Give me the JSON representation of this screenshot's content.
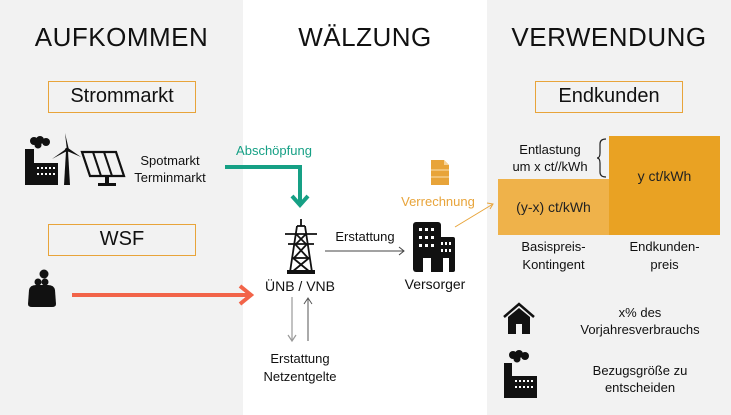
{
  "columns": {
    "left": {
      "heading": "AUFKOMMEN"
    },
    "middle": {
      "heading": "WÄLZUNG"
    },
    "right": {
      "heading": "VERWENDUNG"
    }
  },
  "sources": {
    "strommarkt": {
      "label": "Strommarkt",
      "markets": [
        "Spotmarkt",
        "Terminmarkt"
      ],
      "icons": [
        "factory-icon",
        "wind-turbine-icon",
        "solar-panel-icon"
      ]
    },
    "wsf": {
      "label": "WSF",
      "icon": "purse-icon"
    }
  },
  "flows": {
    "abschoepfung": {
      "label": "Abschöpfung",
      "color": "#16a085"
    },
    "wsf_arrow": {
      "color": "#f26449"
    },
    "erstattung": {
      "label": "Erstattung"
    },
    "verrechnung": {
      "label": "Verrechnung",
      "color": "#e8a43a"
    },
    "netzentgelte": {
      "lines": [
        "Erstattung",
        "Netzentgelte"
      ]
    }
  },
  "nodes": {
    "netzbetreiber": {
      "label": "ÜNB / VNB",
      "icon": "power-pylon-icon"
    },
    "versorger": {
      "label": "Versorger",
      "icon": "building-icon"
    },
    "document": {
      "icon": "document-icon"
    }
  },
  "endkunden": {
    "label": "Endkunden",
    "entlastung": [
      "Entlastung",
      "um x ct//kWh"
    ],
    "bars": [
      {
        "value_label": "(y-x) ct/kWh",
        "caption": [
          "Basispreis-",
          "Kontingent"
        ],
        "color": "#efb24a"
      },
      {
        "value_label": "y ct/kWh",
        "caption": [
          "Endkunden-",
          "preis"
        ],
        "color": "#e9a223"
      }
    ],
    "groups": [
      {
        "icon": "house-icon",
        "lines": [
          "x% des",
          "Vorjahresverbrauchs"
        ]
      },
      {
        "icon": "factory-icon",
        "lines": [
          "Bezugsgröße zu",
          "entscheiden"
        ]
      }
    ]
  }
}
